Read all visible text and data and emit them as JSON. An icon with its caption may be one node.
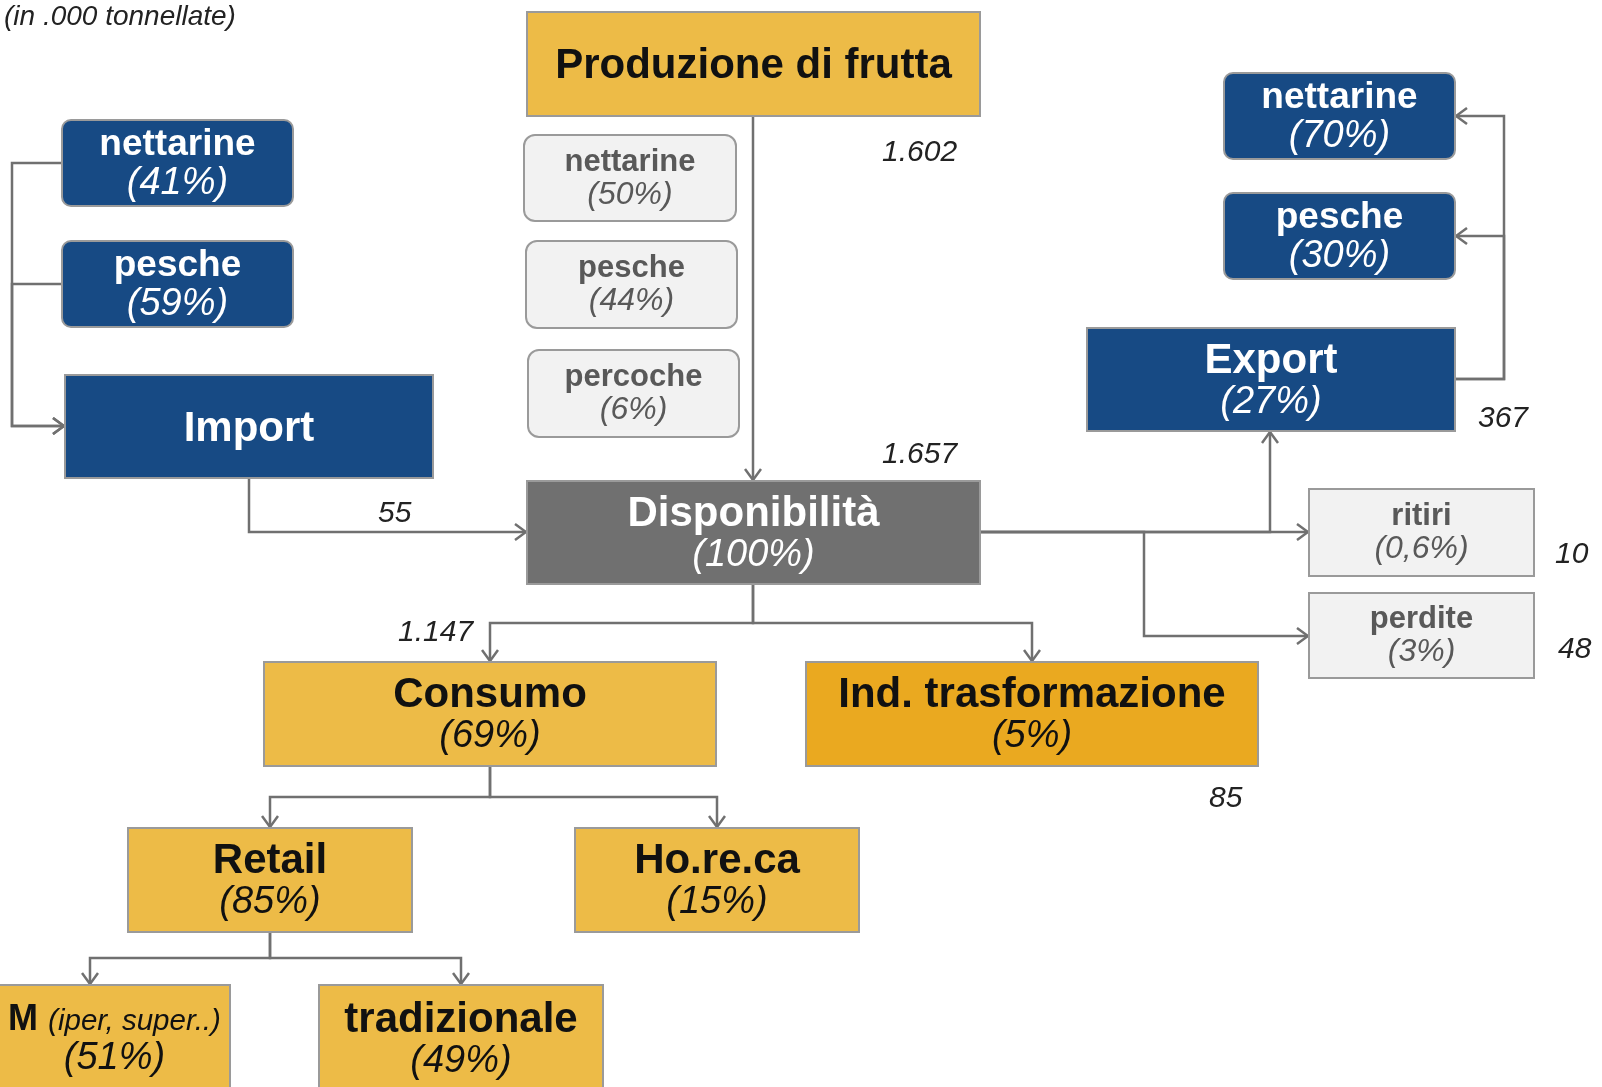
{
  "diagram": {
    "nodes": [
      {
        "text": [
          "Produzione di frutta"
        ],
        "beside": [
          "1.602"
        ]
      },
      {
        "text": [
          "nettarine",
          "(50%)"
        ]
      },
      {
        "text": [
          "pesche",
          "(44%)"
        ]
      },
      {
        "text": [
          "percoche",
          "(6%)"
        ]
      },
      {
        "text": [
          "nettarine",
          "(41%)"
        ]
      },
      {
        "text": [
          "pesche",
          "(59%)"
        ]
      },
      {
        "text": [
          "Import"
        ]
      },
      {
        "text": [
          "Disponibilità",
          "(100%)"
        ],
        "beside": [
          "1.657"
        ]
      },
      {
        "text": [
          "nettarine",
          "(70%)"
        ]
      },
      {
        "text": [
          "pesche",
          "(30%)"
        ]
      },
      {
        "text": [
          "Export",
          "(27%)"
        ],
        "beside": [
          "367"
        ]
      },
      {
        "text": [
          "ritiri",
          "(0,6%)"
        ],
        "beside": [
          "10"
        ]
      },
      {
        "text": [
          "perdite",
          "(3%)"
        ],
        "beside": [
          "48"
        ]
      },
      {
        "text": [
          "Consumo",
          "(69%)"
        ],
        "beside": [
          "1.147"
        ]
      },
      {
        "text": [
          "Ind. trasformazione",
          "(5%)"
        ],
        "beside": [
          "85"
        ]
      },
      {
        "text": [
          "Retail",
          "(85%)"
        ]
      },
      {
        "text": [
          "Ho.re.ca",
          "(15%)"
        ]
      },
      {
        "text": [
          "**M** *(iper, super..)*",
          "(51%)"
        ]
      },
      {
        "text": [
          "tradizionale",
          "(49%)"
        ]
      }
    ],
    "edges": [
      {
        "from": 0,
        "to": 7,
        "arrow": "to"
      },
      {
        "from": 4,
        "to": 6,
        "arrow": "to"
      },
      {
        "from": 5,
        "to": 6,
        "arrow": "to"
      },
      {
        "from": 6,
        "to": 7,
        "arrow": "to",
        "label": "55"
      },
      {
        "from": 7,
        "to": 10,
        "arrow": "to"
      },
      {
        "from": 7,
        "to": 11,
        "arrow": "to"
      },
      {
        "from": 7,
        "to": 12,
        "arrow": "to"
      },
      {
        "from": 10,
        "to": 8,
        "arrow": "to"
      },
      {
        "from": 10,
        "to": 9,
        "arrow": "to"
      },
      {
        "from": 7,
        "to": 13,
        "arrow": "to"
      },
      {
        "from": 7,
        "to": 14,
        "arrow": "to"
      },
      {
        "from": 13,
        "to": 15,
        "arrow": "to"
      },
      {
        "from": 13,
        "to": 16,
        "arrow": "to"
      },
      {
        "from": 15,
        "to": 17,
        "arrow": "to"
      },
      {
        "from": 15,
        "to": 18,
        "arrow": "to"
      }
    ],
    "labels": [
      "(in .000 tonnellate)"
    ]
  }
}
